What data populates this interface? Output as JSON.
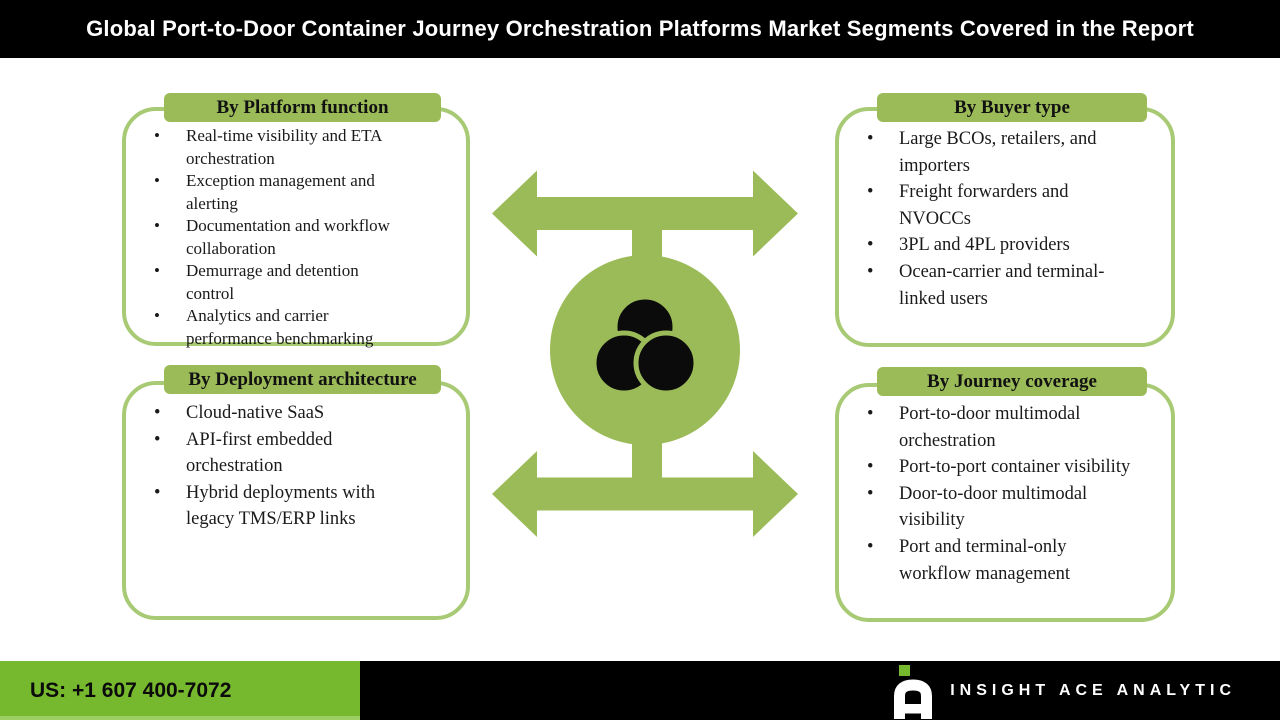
{
  "header": {
    "title": "Global Port-to-Door Container Journey Orchestration Platforms Market Segments Covered in the Report"
  },
  "segments": [
    {
      "label": "By Platform function",
      "items": [
        "Real-time visibility and ETA orchestration",
        "Exception management and alerting",
        "Documentation and workflow collaboration",
        "Demurrage and detention control",
        "Analytics and carrier performance benchmarking"
      ]
    },
    {
      "label": "By Buyer type",
      "items": [
        "Large BCOs, retailers, and importers",
        "Freight forwarders and NVOCCs",
        "3PL and 4PL providers",
        "Ocean-carrier and terminal-linked users"
      ]
    },
    {
      "label": "By Deployment architecture",
      "items": [
        "Cloud-native SaaS",
        "API-first embedded orchestration",
        "Hybrid deployments with legacy TMS/ERP links"
      ]
    },
    {
      "label": "By Journey coverage",
      "items": [
        "Port-to-door multimodal orchestration",
        "Port-to-port container visibility",
        "Door-to-door multimodal visibility",
        "Port and terminal-only workflow management"
      ]
    }
  ],
  "center": {
    "hub_icon": "venn-diagram-icon",
    "arrow_icons": [
      "double-headed-arrow-top",
      "double-headed-arrow-bottom"
    ]
  },
  "footer": {
    "phone": "US: +1 607 400-7072",
    "brand": "INSIGHT ACE ANALYTIC",
    "logo_icon": "insight-ace-logo-icon"
  },
  "colors": {
    "olive_green": "#9bbb59",
    "box_border_green": "#a8ca74",
    "bright_green": "#76b82e",
    "footer_strip_green": "#9ccf63",
    "bar_black": "#000000",
    "text_black": "#1a1a1a",
    "white": "#ffffff"
  }
}
